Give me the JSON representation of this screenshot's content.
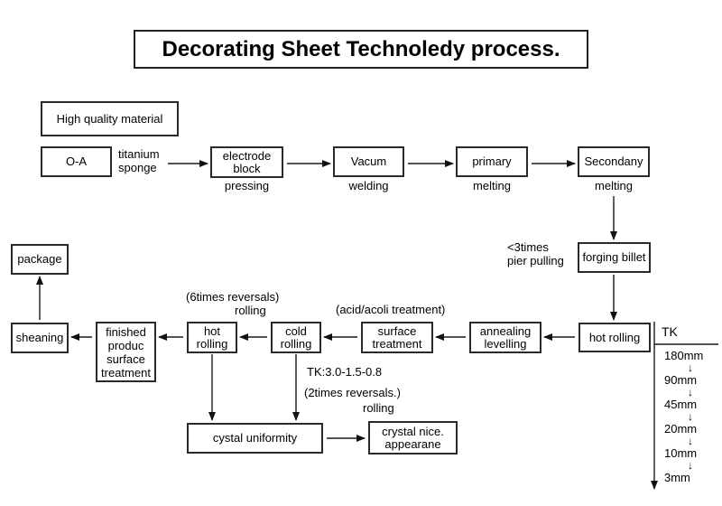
{
  "title": "Decorating Sheet Technoledy process.",
  "nodes": {
    "high_quality_material": "High quality material",
    "oa": "O-A",
    "electrode_block": "electrode\nblock",
    "vacum": "Vacum",
    "primary": "primary",
    "secondany": "Secondany",
    "forging_billet": "forging billet",
    "hot_rolling_right": "hot rolling",
    "annealing_levelling": "annealing\nlevelling",
    "surface_treatment": "surface\ntreatment",
    "cold_rolling": "cold\nrolling",
    "hot_rolling_mid": "hot\nrolling",
    "finished_produc_surface_treatment": "finished\nproduc\nsurface\ntreatment",
    "sheaning": "sheaning",
    "package": "package",
    "cystal_uniformity": "cystal uniformity",
    "crystal_nice_appearane": "crystal nice.\nappearane"
  },
  "labels": {
    "titanium_sponge": "titanium\nsponge",
    "pressing": "pressing",
    "welding": "welding",
    "melting_primary": "melting",
    "melting_secondany": "melting",
    "pier_pulling": "<3times\npier pulling",
    "six_times_reversals": "(6times reversals)",
    "six_times_rolling": "rolling",
    "acid_acoli_treatment": "(acid/acoli treatment)",
    "tk_thickness": "TK:3.0-1.5-0.8",
    "two_times_reversals": "(2times reversals.)",
    "two_times_rolling": "rolling"
  },
  "tk_column": {
    "header": "TK",
    "values": [
      "180mm",
      "90mm",
      "45mm",
      "20mm",
      "10mm",
      "3mm"
    ]
  },
  "icons": {
    "down_arrow": "↓"
  },
  "colors": {
    "line": "#1a1a1a",
    "background": "#ffffff",
    "text": "#000000"
  }
}
